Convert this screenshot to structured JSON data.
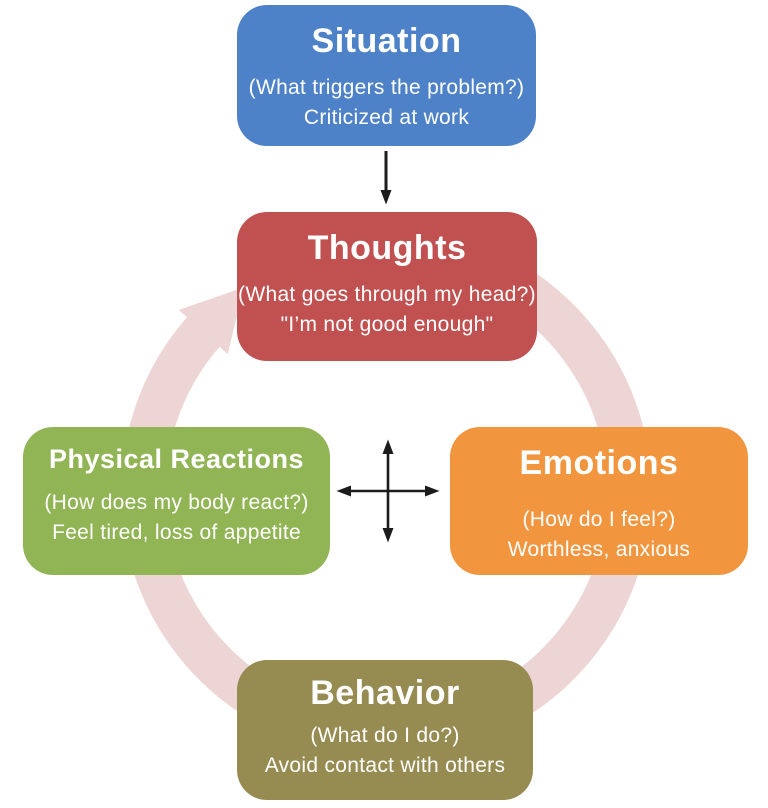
{
  "colors": {
    "ring": "#eed5d5",
    "connector": "#1c1c1c",
    "text": "#ffffff"
  },
  "nodes": {
    "situation": {
      "title": "Situation",
      "question": "(What triggers the problem?)",
      "example": "Criticized at work",
      "color": "#4e82c8"
    },
    "thoughts": {
      "title": "Thoughts",
      "question": "(What goes through my head?)",
      "example": "\"I’m not good enough\"",
      "color": "#c05150"
    },
    "physical": {
      "title": "Physical Reactions",
      "question": "(How does my body react?)",
      "example": "Feel tired, loss of appetite",
      "color": "#91b455"
    },
    "emotions": {
      "title": "Emotions",
      "question": "(How do I feel?)",
      "example": "Worthless, anxious",
      "color": "#f2953f"
    },
    "behavior": {
      "title": "Behavior",
      "question": "(What do I do?)",
      "example": "Avoid contact with others",
      "color": "#968c52"
    }
  }
}
